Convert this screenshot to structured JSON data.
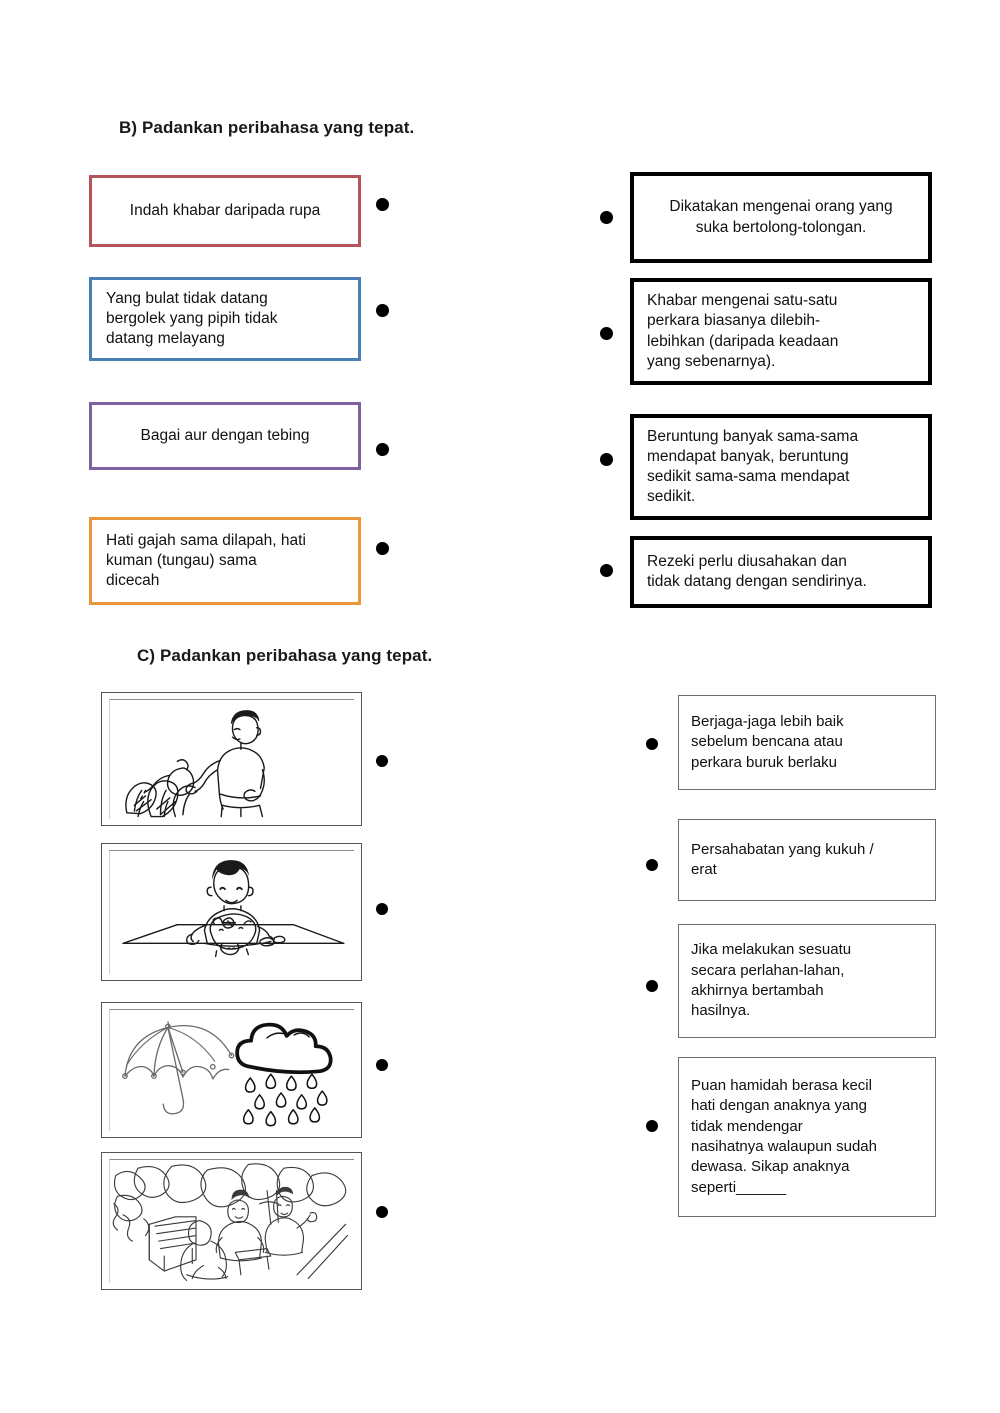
{
  "document": {
    "type": "worksheet",
    "language": "Malay",
    "background_color": "#ffffff"
  },
  "sections": [
    {
      "id": "B",
      "heading": "B) Padankan peribahasa yang tepat.",
      "left_items": [
        {
          "text": "Indah khabar daripada rupa",
          "border_color": "#b5535a",
          "align": "center"
        },
        {
          "text": "Yang bulat tidak datang\nbergolek yang pipih tidak\ndatang melayang",
          "border_color": "#4a7fb5",
          "align": "left"
        },
        {
          "text": "Bagai aur dengan tebing",
          "border_color": "#7e62a0",
          "align": "center"
        },
        {
          "text": "Hati gajah sama dilapah, hati\nkuman (tungau) sama\ndicecah",
          "border_color": "#e8973c",
          "align": "left"
        }
      ],
      "right_items": [
        {
          "text": "Dikatakan mengenai orang yang\nsuka bertolong-tolongan.",
          "border_color": "#000000",
          "align": "center"
        },
        {
          "text": "Khabar mengenai satu-satu\nperkara biasanya dilebih-\nlebihkan (daripada keadaan\nyang sebenarnya).",
          "border_color": "#000000",
          "align": "left"
        },
        {
          "text": "Beruntung banyak sama-sama\nmendapat banyak, beruntung\nsedikit sama-sama mendapat\nsedikit.",
          "border_color": "#000000",
          "align": "left"
        },
        {
          "text": "Rezeki perlu diusahakan dan\ntidak datang dengan sendirinya.",
          "border_color": "#000000",
          "align": "left"
        }
      ]
    },
    {
      "id": "C",
      "heading": "C) Padankan peribahasa yang tepat.",
      "left_items": [
        {
          "icon": "man-watering-plants-illustration",
          "description": "Seorang lelaki menyiram pokok keladi"
        },
        {
          "icon": "boy-saving-coins-piggybank-illustration",
          "description": "Seorang budak lelaki memasukkan duit syiling ke dalam tabung babi"
        },
        {
          "icon": "umbrella-rain-cloud-illustration",
          "description": "Payung dan awan hujan"
        },
        {
          "icon": "friends-on-park-bench-illustration",
          "description": "Rakan-rakan duduk di bangku taman"
        }
      ],
      "right_items": [
        {
          "text": "Berjaga-jaga lebih baik\nsebelum bencana atau\nperkara buruk berlaku",
          "border_color": "#6e6e6e"
        },
        {
          "text": "Persahabatan yang kukuh /\nerat",
          "border_color": "#6e6e6e"
        },
        {
          "text": "Jika melakukan sesuatu\nsecara perlahan-lahan,\nakhirnya bertambah\nhasilnya.",
          "border_color": "#6e6e6e"
        },
        {
          "text": "Puan hamidah berasa kecil\nhati dengan anaknya yang\ntidak mendengar\nnasihatnya walaupun sudah\ndewasa. Sikap anaknya\nseperti______",
          "border_color": "#6e6e6e"
        }
      ]
    }
  ]
}
